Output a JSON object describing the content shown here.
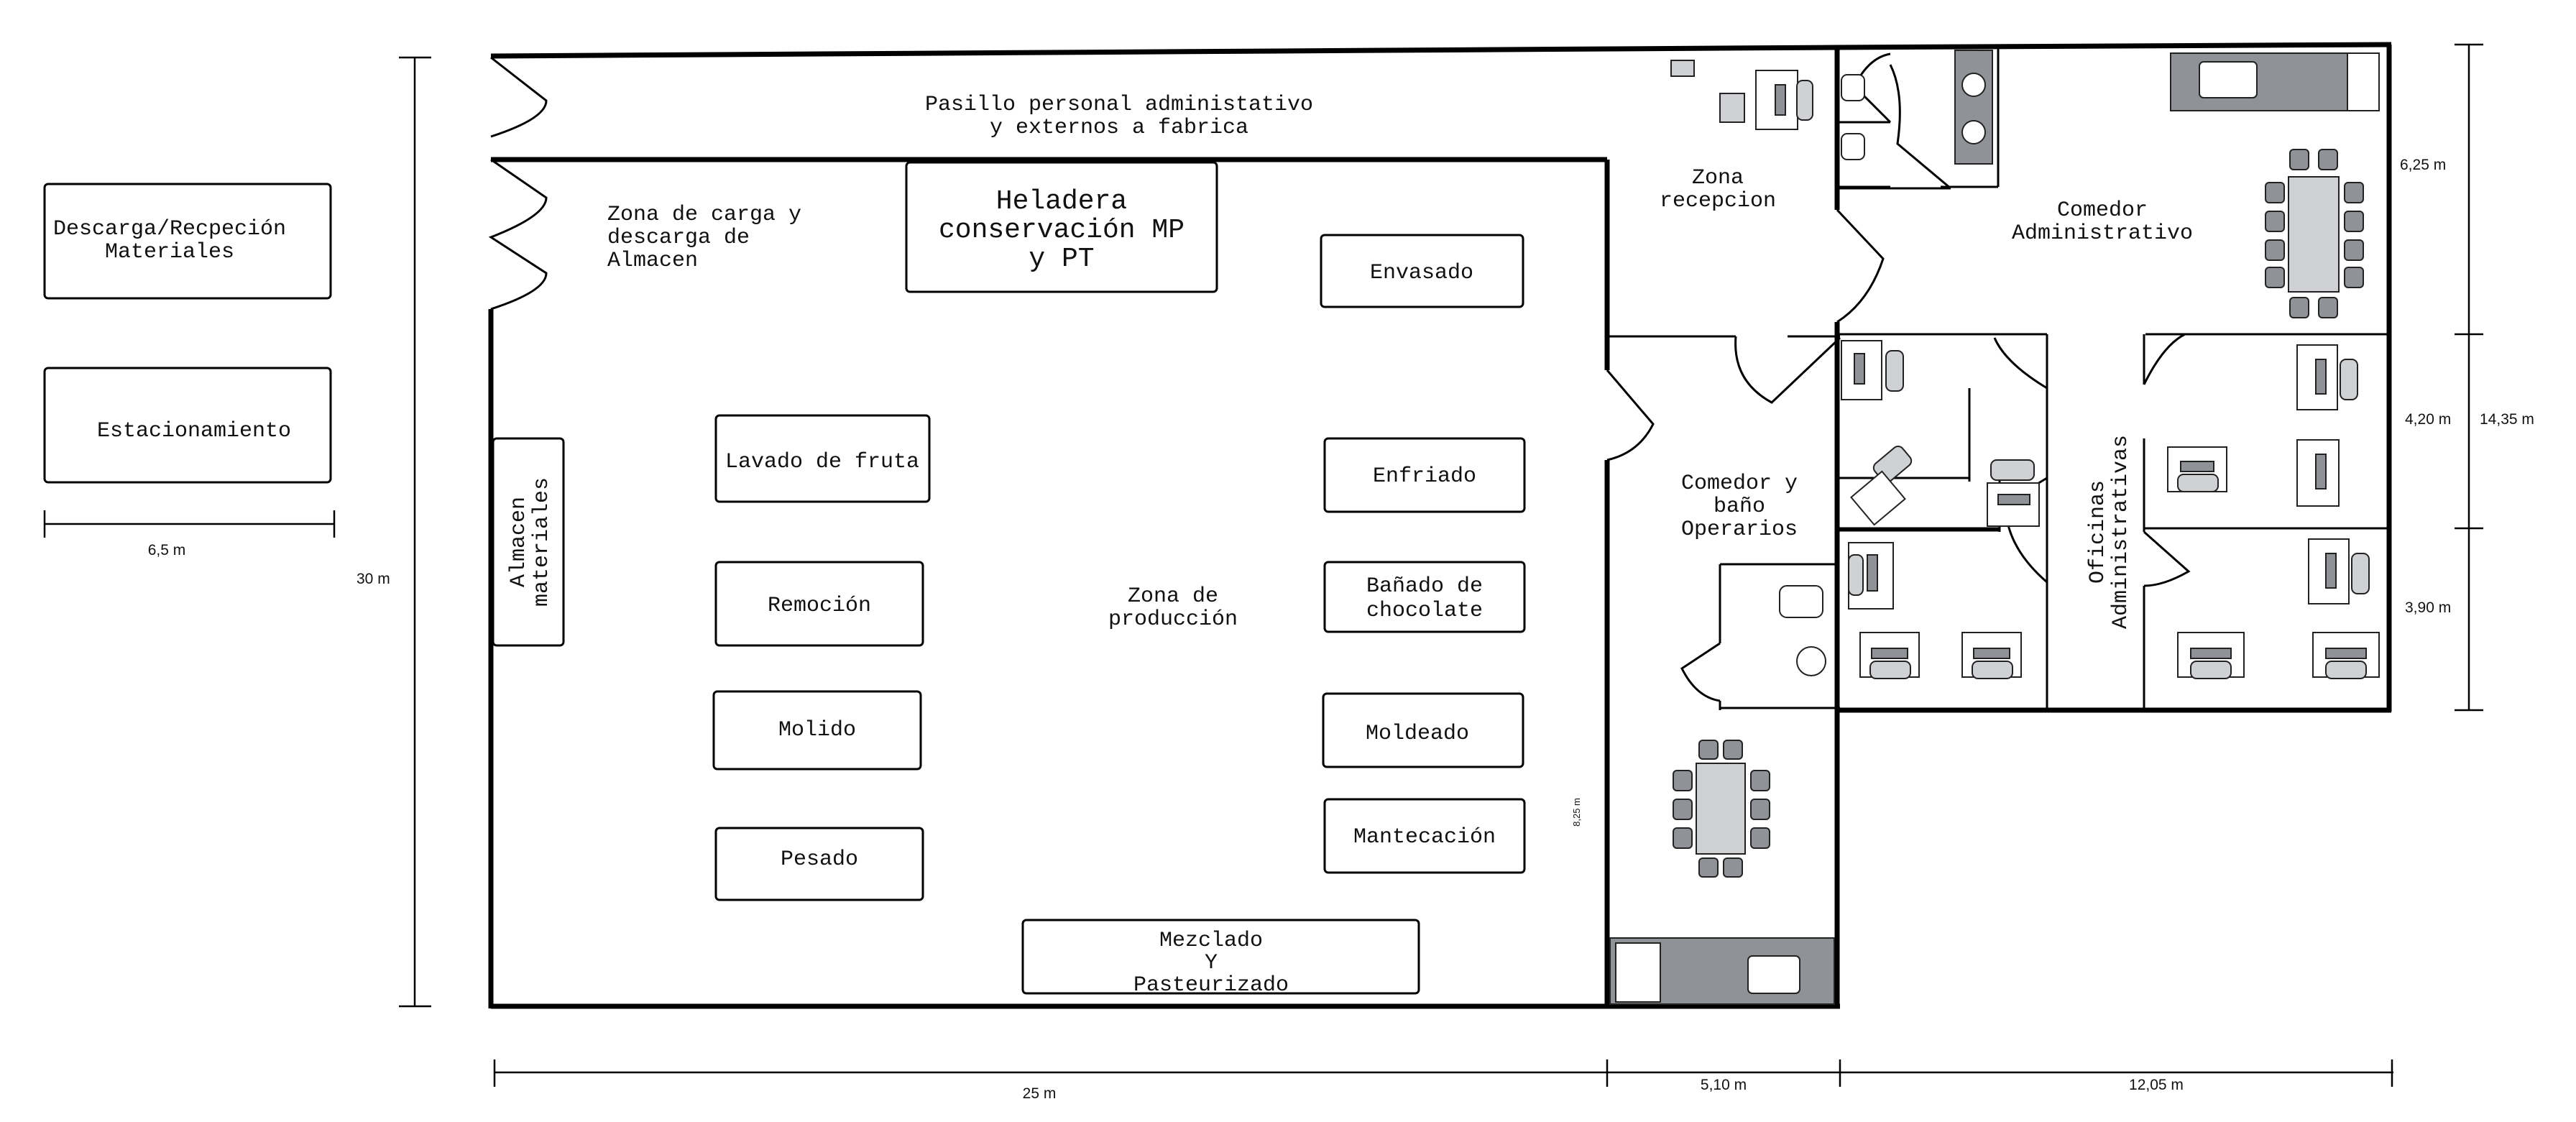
{
  "outside": {
    "unloading": [
      "Descarga/Recpeción",
      "Materiales"
    ],
    "parking": "Estacionamiento",
    "width_dim": "6,5 m"
  },
  "corridor": [
    "Pasillo personal administativo",
    "y externos a fabrica"
  ],
  "loading_zone": [
    "Zona de carga y",
    "descarga de",
    "Almacen"
  ],
  "fridge": [
    "Heladera",
    "conservación MP",
    "y PT"
  ],
  "warehouse": [
    "Almacen",
    "materiales"
  ],
  "production_zone": [
    "Zona de",
    "producción"
  ],
  "stations": {
    "lavado": "Lavado de fruta",
    "remocion": "Remoción",
    "molido": "Molido",
    "pesado": "Pesado",
    "envasado": "Envasado",
    "enfriado": "Enfriado",
    "banado": [
      "Bañado de",
      "chocolate"
    ],
    "moldeado": "Moldeado",
    "mantecacion": "Mantecación",
    "mezclado": [
      "Mezclado",
      "Y",
      "Pasteurizado"
    ]
  },
  "rooms": {
    "reception": [
      "Zona",
      "recepcion"
    ],
    "admin_dining": [
      "Comedor",
      "Administrativo"
    ],
    "operators_dining": [
      "Comedor y",
      "baño",
      "Operarios"
    ],
    "offices": [
      "Oficinas",
      "Administrativas"
    ]
  },
  "dimensions": {
    "total_height": "30 m",
    "bottom_factory": "25 m",
    "bottom_middle": "5,10 m",
    "bottom_right": "12,05 m",
    "right_top": "6,25 m",
    "right_mid": "4,20 m",
    "right_bottom": "3,90 m",
    "right_total": "14,35 m",
    "inner_vertical": "8,25 m"
  }
}
